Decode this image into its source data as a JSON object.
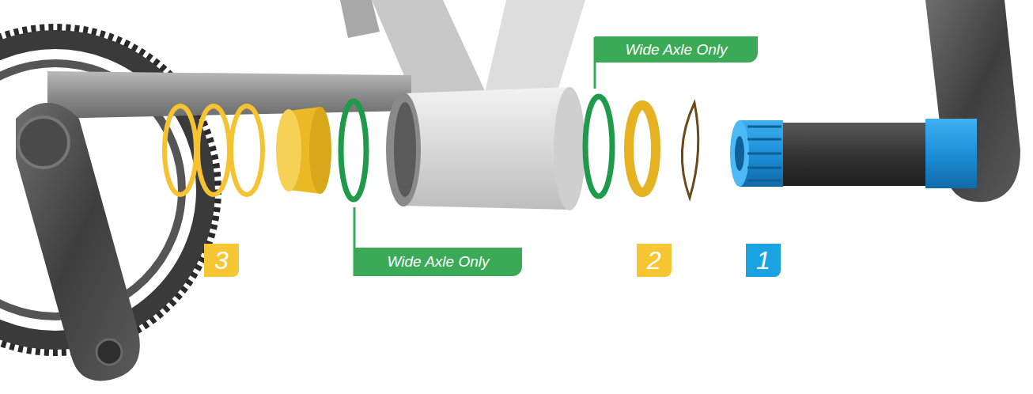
{
  "diagram": {
    "nodes": [
      {
        "text": [
          "Wide Axle Only"
        ]
      },
      {
        "text": [
          "3"
        ]
      },
      {
        "text": [
          "Wide Axle Only"
        ]
      },
      {
        "text": [
          "2"
        ]
      },
      {
        "text": [
          "1"
        ]
      }
    ]
  }
}
